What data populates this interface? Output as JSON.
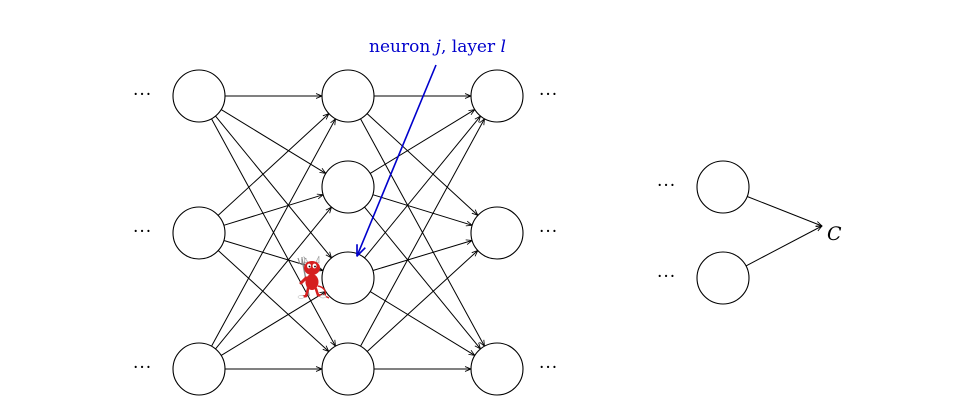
{
  "annotation": {
    "prefix": "neuron ",
    "j": "j",
    "middle": ", layer ",
    "l": "l",
    "color": "#0000cc"
  },
  "ellipsis": "···",
  "cost_label": "C",
  "devil_icon": "bsd-daemon-mascot",
  "colors": {
    "node_stroke": "#000000",
    "edge": "#000000",
    "annotation": "#0000cc",
    "devil_red": "#d52020"
  }
}
